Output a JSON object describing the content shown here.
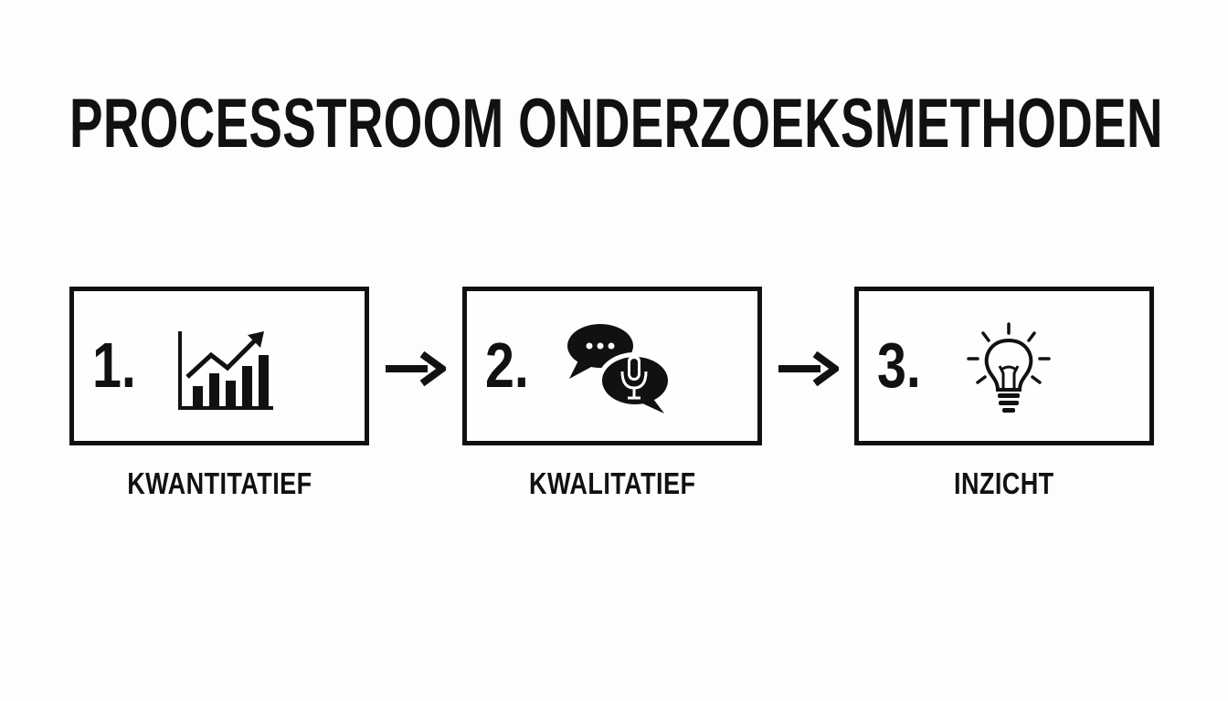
{
  "title": "PROCESSTROOM ONDERZOEKSMETHODEN",
  "steps": [
    {
      "number": "1.",
      "label": "KWANTITATIEF",
      "icon": "rising-bar-chart-icon"
    },
    {
      "number": "2.",
      "label": "KWALITATIEF",
      "icon": "speech-bubbles-microphone-icon"
    },
    {
      "number": "3.",
      "label": "INZICHT",
      "icon": "lightbulb-icon"
    }
  ],
  "connectors": [
    "right-arrow-icon",
    "right-arrow-icon"
  ],
  "colors": {
    "ink": "#111111",
    "background": "#fdfdfd"
  }
}
